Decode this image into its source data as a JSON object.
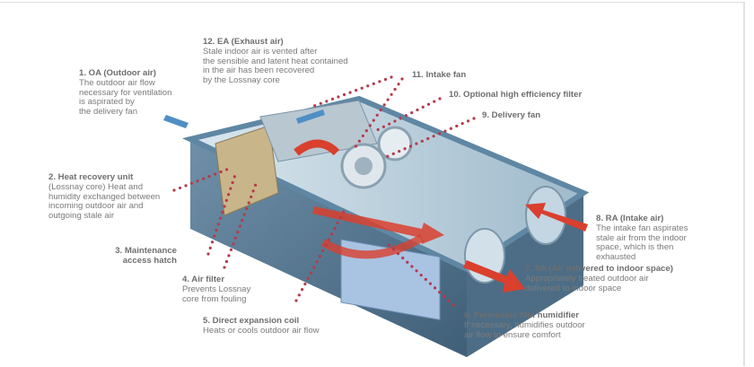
{
  "colors": {
    "leader": "#b53a4a",
    "arrow": "#d9402e",
    "casing": "#5f87a3",
    "text": "#777777"
  },
  "labels": [
    {
      "id": "oa",
      "title": "1. OA (Outdoor air)",
      "lines": [
        "The outdoor air flow",
        "necessary for ventilation",
        "is aspirated by",
        "the delivery fan"
      ]
    },
    {
      "id": "heat-recovery",
      "title": "2. Heat recovery unit",
      "lines": [
        "(Lossnay core) Heat and",
        "humidity exchanged between",
        "incoming outdoor air and",
        "outgoing stale air"
      ]
    },
    {
      "id": "hatch",
      "title": "3. Maintenance",
      "lines": [
        "access hatch"
      ]
    },
    {
      "id": "filter",
      "title": "4. Air filter",
      "lines": [
        "Prevents Lossnay",
        "core from fouling"
      ]
    },
    {
      "id": "coil",
      "title": "5. Direct expansion coil",
      "lines": [
        "Heats or cools outdoor air flow"
      ]
    },
    {
      "id": "humidifier",
      "title": "6. Permeable film humidifier",
      "lines": [
        "If necessary, humidifies outdoor",
        "air flow to ensure comfort"
      ]
    },
    {
      "id": "sa",
      "title": "7. SA (Air delivered to indoor space)",
      "lines": [
        "Appropriately treated outdoor air",
        "delivered to indoor space"
      ]
    },
    {
      "id": "ra",
      "title": "8. RA (Intake air)",
      "lines": [
        "The intake fan aspirates",
        "stale air from the indoor",
        "space, which is then",
        "exhausted"
      ]
    },
    {
      "id": "delivery-fan",
      "title": "9. Delivery fan",
      "lines": []
    },
    {
      "id": "hepa",
      "title": "10. Optional high efficiency filter",
      "lines": []
    },
    {
      "id": "intake-fan",
      "title": "11. Intake fan",
      "lines": []
    },
    {
      "id": "ea",
      "title": "12. EA (Exhaust air)",
      "lines": [
        "Stale indoor air is vented after",
        "the sensible and latent heat contained",
        "in the air has been recovered",
        "by the Lossnay core"
      ]
    }
  ]
}
